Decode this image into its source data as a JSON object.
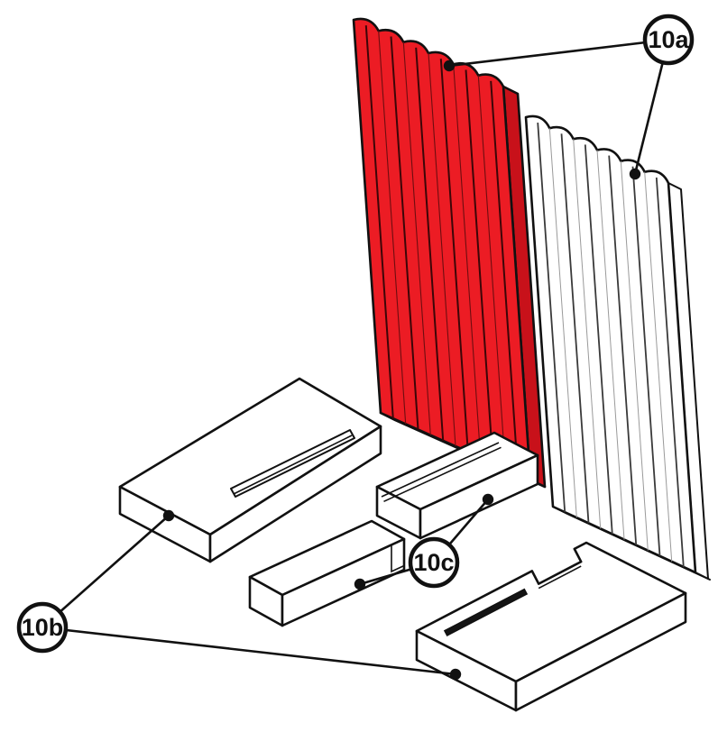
{
  "figure": {
    "background": "#ffffff",
    "outline_color": "#111111",
    "highlight_color": "#ec1c24",
    "highlight_edge_color": "#c8111a",
    "callouts": {
      "a": {
        "label": "10a"
      },
      "b": {
        "label": "10b"
      },
      "c": {
        "label": "10c"
      }
    },
    "parts": {
      "back_panel_left": {
        "callout": "10a",
        "highlighted": true
      },
      "back_panel_right": {
        "callout": "10a",
        "highlighted": false
      },
      "base_plate_left": {
        "callout": "10b",
        "highlighted": false
      },
      "base_plate_right": {
        "callout": "10b",
        "highlighted": false
      },
      "ledge_plate_middle": {
        "callout": "10c",
        "highlighted": false
      },
      "bar_front": {
        "callout": "10c",
        "highlighted": false
      }
    }
  }
}
